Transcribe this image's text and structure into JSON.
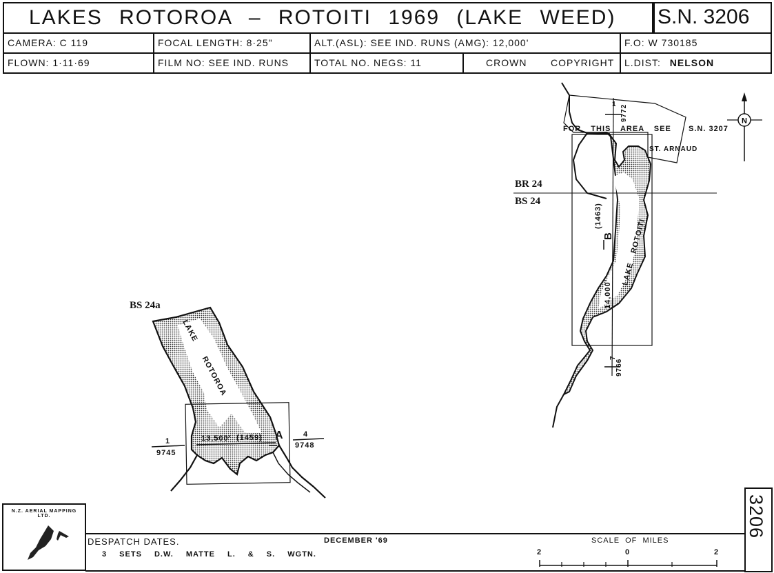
{
  "header": {
    "title": "LAKES ROTOROA – ROTOITI 1969 (LAKE WEED)",
    "sn": "S.N. 3206",
    "camera": "CAMERA: C 119",
    "focal_length": "FOCAL LENGTH: 8·25\"",
    "altitude": "ALT.(ASL): SEE IND. RUNS (AMG): 12,000'",
    "fo": "F.O: W 730185",
    "flown": "FLOWN: 1·11·69",
    "film_no": "FILM NO: SEE IND. RUNS",
    "total_negs": "TOTAL NO. NEGS: 11",
    "crown": "CROWN",
    "copyright": "COPYRIGHT",
    "l_dist_label": "L.DIST:",
    "l_dist_value": "NELSON"
  },
  "map_right": {
    "for_this_area": "FOR THIS AREA SEE",
    "sn_ref": "S.N. 3207",
    "st_arnaud": "ST. ARNAUD",
    "br24": "BR 24",
    "bs24": "BS 24",
    "lake_name": "LAKE ROTOITI",
    "run_letter": "B",
    "altitude": "14,000'",
    "altitude_asl": "(1463)",
    "top_frame_num": "1",
    "top_frame_film": "9772",
    "bottom_frame_num": "7",
    "bottom_frame_film": "9766",
    "north_symbol": "N"
  },
  "map_left": {
    "bs24a": "BS 24a",
    "lake_name": "LAKE ROTOROA",
    "run_letter": "A",
    "altitude": "13,500'",
    "altitude_asl": "(1459)",
    "left_frame_num": "1",
    "left_frame_film": "9745",
    "right_frame_num": "4",
    "right_frame_film": "9748"
  },
  "footer": {
    "logo_text": "N.Z. AERIAL MAPPING LTD.",
    "despatch_label": "DESPATCH DATES.",
    "despatch_date": "DECEMBER '69",
    "sets_line": "3 SETS D.W. MATTE L. & S. WGTN.",
    "scale_label": "SCALE OF MILES",
    "scale_left": "2",
    "scale_mid": "0",
    "scale_right": "2",
    "sheet_number": "3206"
  }
}
